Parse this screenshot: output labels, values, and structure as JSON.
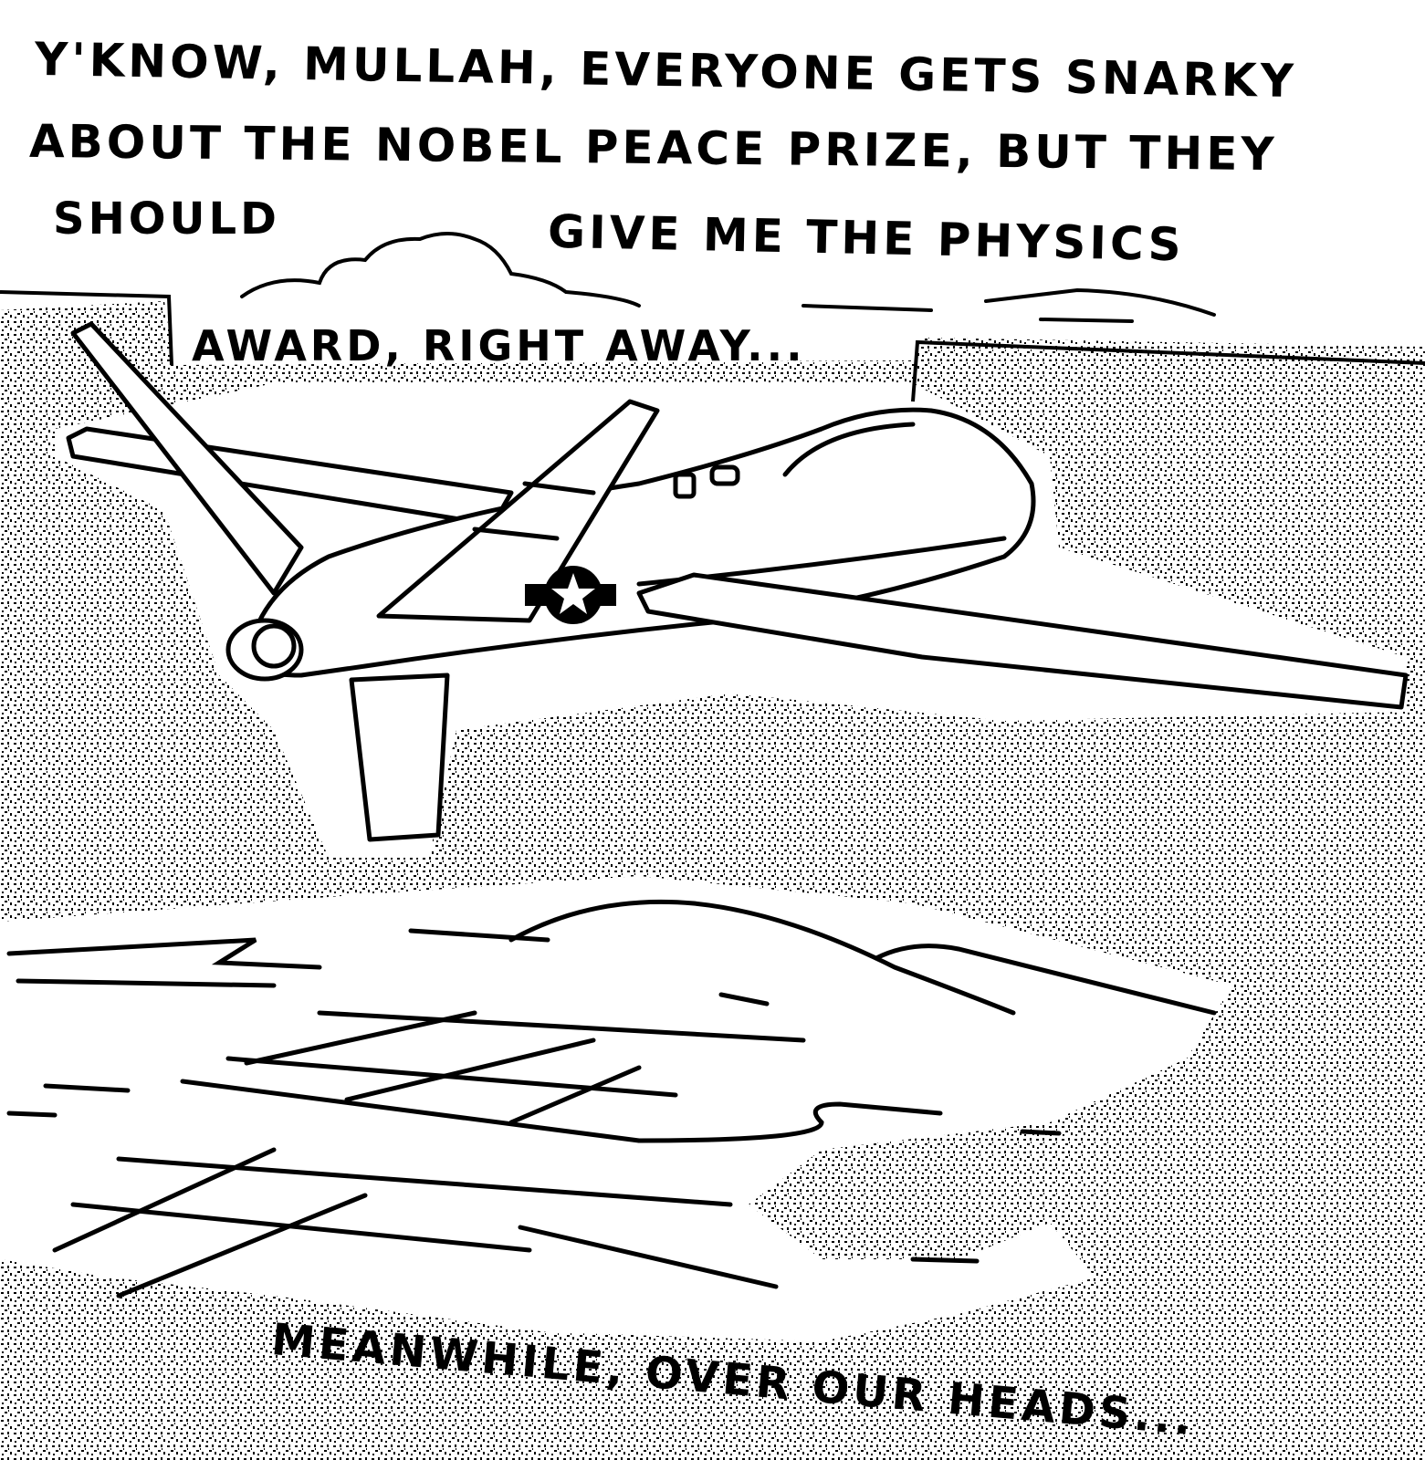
{
  "cartoon": {
    "style": "black-and-white pen-and-ink editorial cartoon with stippled terrain",
    "colors": {
      "ink": "#000000",
      "paper": "#ffffff"
    },
    "speech_caption": {
      "lines": [
        "Y'know, Mullah, everyone gets snarky",
        "about the Nobel Peace Prize, but they",
        "should",
        "give me the Physics",
        "award, right away..."
      ]
    },
    "narration_caption": "Meanwhile, over our heads...",
    "illustration": {
      "subject": "military drone (Global Hawk style) flying over desert terrain",
      "insignia": "star-roundel-icon",
      "elements": [
        "clouds",
        "drone",
        "stippled-ground",
        "compound-grid-road",
        "hills"
      ]
    }
  }
}
